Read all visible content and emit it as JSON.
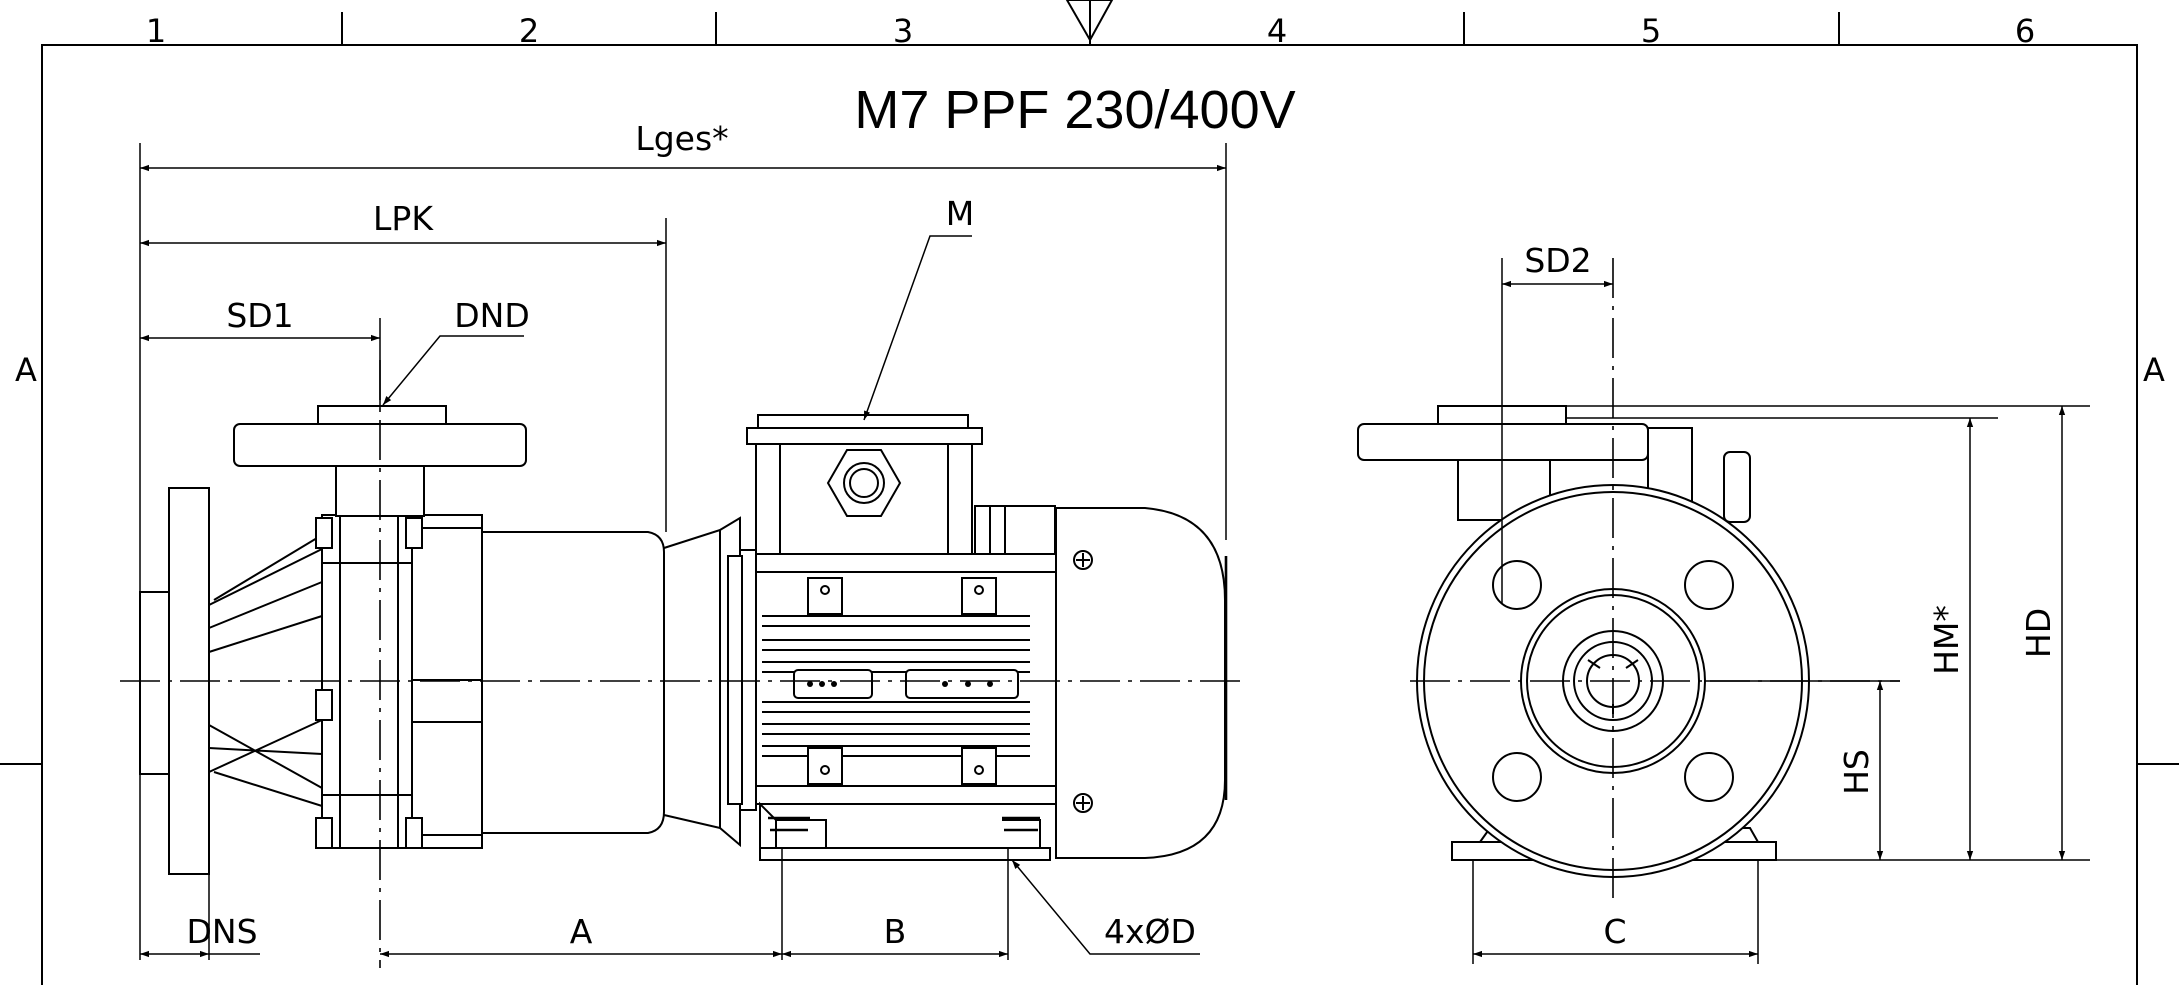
{
  "title": "M7 PPF 230/400V",
  "zones": {
    "columns": [
      "1",
      "2",
      "3",
      "4",
      "5",
      "6"
    ],
    "rows": [
      "A",
      "A"
    ]
  },
  "dimensions": {
    "lges": "Lges*",
    "lpk": "LPK",
    "sd1": "SD1",
    "dnd": "DND",
    "m": "M",
    "dns": "DNS",
    "a": "A",
    "b": "B",
    "holes": "4xØD",
    "sd2": "SD2",
    "c": "C",
    "hs": "HS",
    "hm": "HM*",
    "hd": "HD"
  }
}
